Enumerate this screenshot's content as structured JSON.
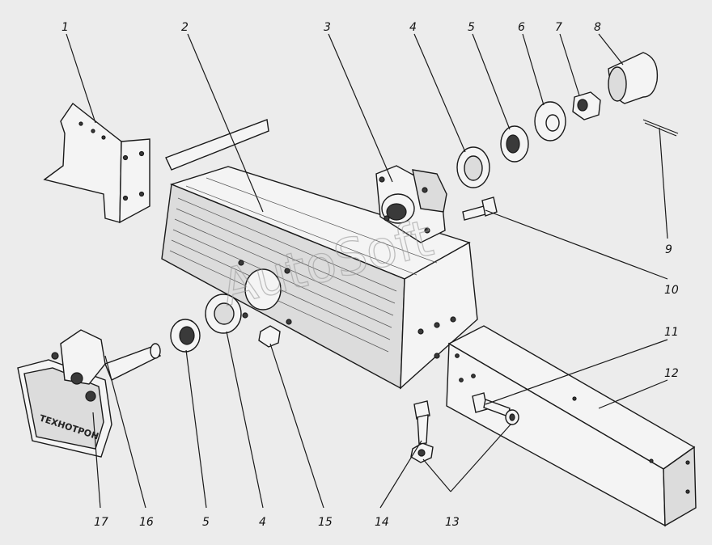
{
  "callouts": [
    "1",
    "2",
    "3",
    "4",
    "5",
    "6",
    "7",
    "8",
    "9",
    "10",
    "11",
    "12",
    "13",
    "14",
    "15",
    "16",
    "17",
    "5",
    "4"
  ],
  "brand_label": "ТЕХНОТРОН",
  "watermark": "AutoSoft"
}
